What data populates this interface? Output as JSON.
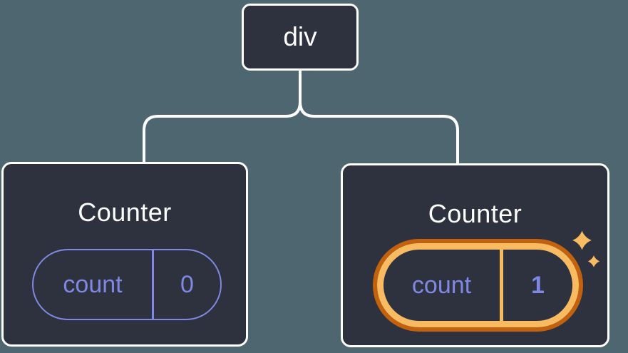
{
  "diagram": {
    "root_node": {
      "label": "div"
    },
    "children": [
      {
        "title": "Counter",
        "state_key": "count",
        "state_value": "0",
        "highlighted": "false"
      },
      {
        "title": "Counter",
        "state_key": "count",
        "state_value": "1",
        "highlighted": "true"
      }
    ],
    "icons": {
      "sparkle_large": "sparkle-icon",
      "sparkle_small": "sparkle-icon"
    },
    "colors": {
      "background": "#4D666F",
      "card_fill": "#2D323E",
      "card_border": "#FFFFFF",
      "connector_line": "#FFFFFF",
      "state_purple": "#7F88E2",
      "highlight_ring_outer": "#C2610E",
      "highlight_ring_inner": "#F8BB62",
      "text_primary": "#FFFFFF"
    }
  }
}
